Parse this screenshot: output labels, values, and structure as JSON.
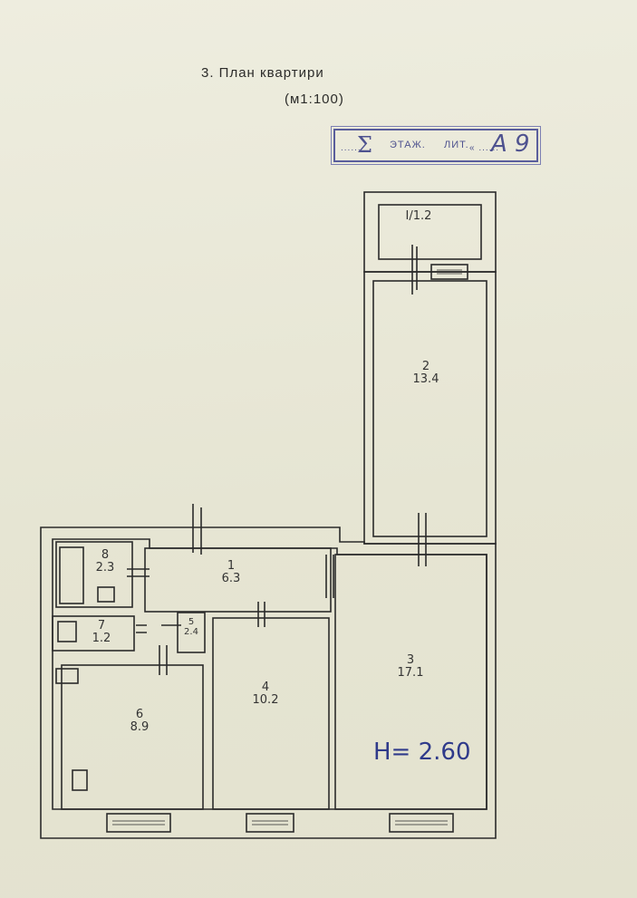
{
  "header": {
    "title": "3. План квартири",
    "scale": "(м1:100)"
  },
  "stamp": {
    "floor": "Σ",
    "dots_left": "......",
    "etaj": "ЭТАЖ.",
    "lit": "ЛИТ.",
    "dots_right": "« ......",
    "letter": "А 9"
  },
  "rooms": [
    {
      "num": "I",
      "area": "1.2"
    },
    {
      "num": "2",
      "area": "13.4"
    },
    {
      "num": "1",
      "area": "6.3"
    },
    {
      "num": "3",
      "area": "17.1"
    },
    {
      "num": "4",
      "area": "10.2"
    },
    {
      "num": "5",
      "area": "2.4"
    },
    {
      "num": "6",
      "area": "8.9"
    },
    {
      "num": "8",
      "area": "2.3"
    },
    {
      "num": "7",
      "area": "1.2"
    }
  ],
  "height_note": "H= 2.60",
  "line_color": "#2b2b2b",
  "paper_color": "#e9e8d8",
  "ink_color": "#2f3a8a"
}
